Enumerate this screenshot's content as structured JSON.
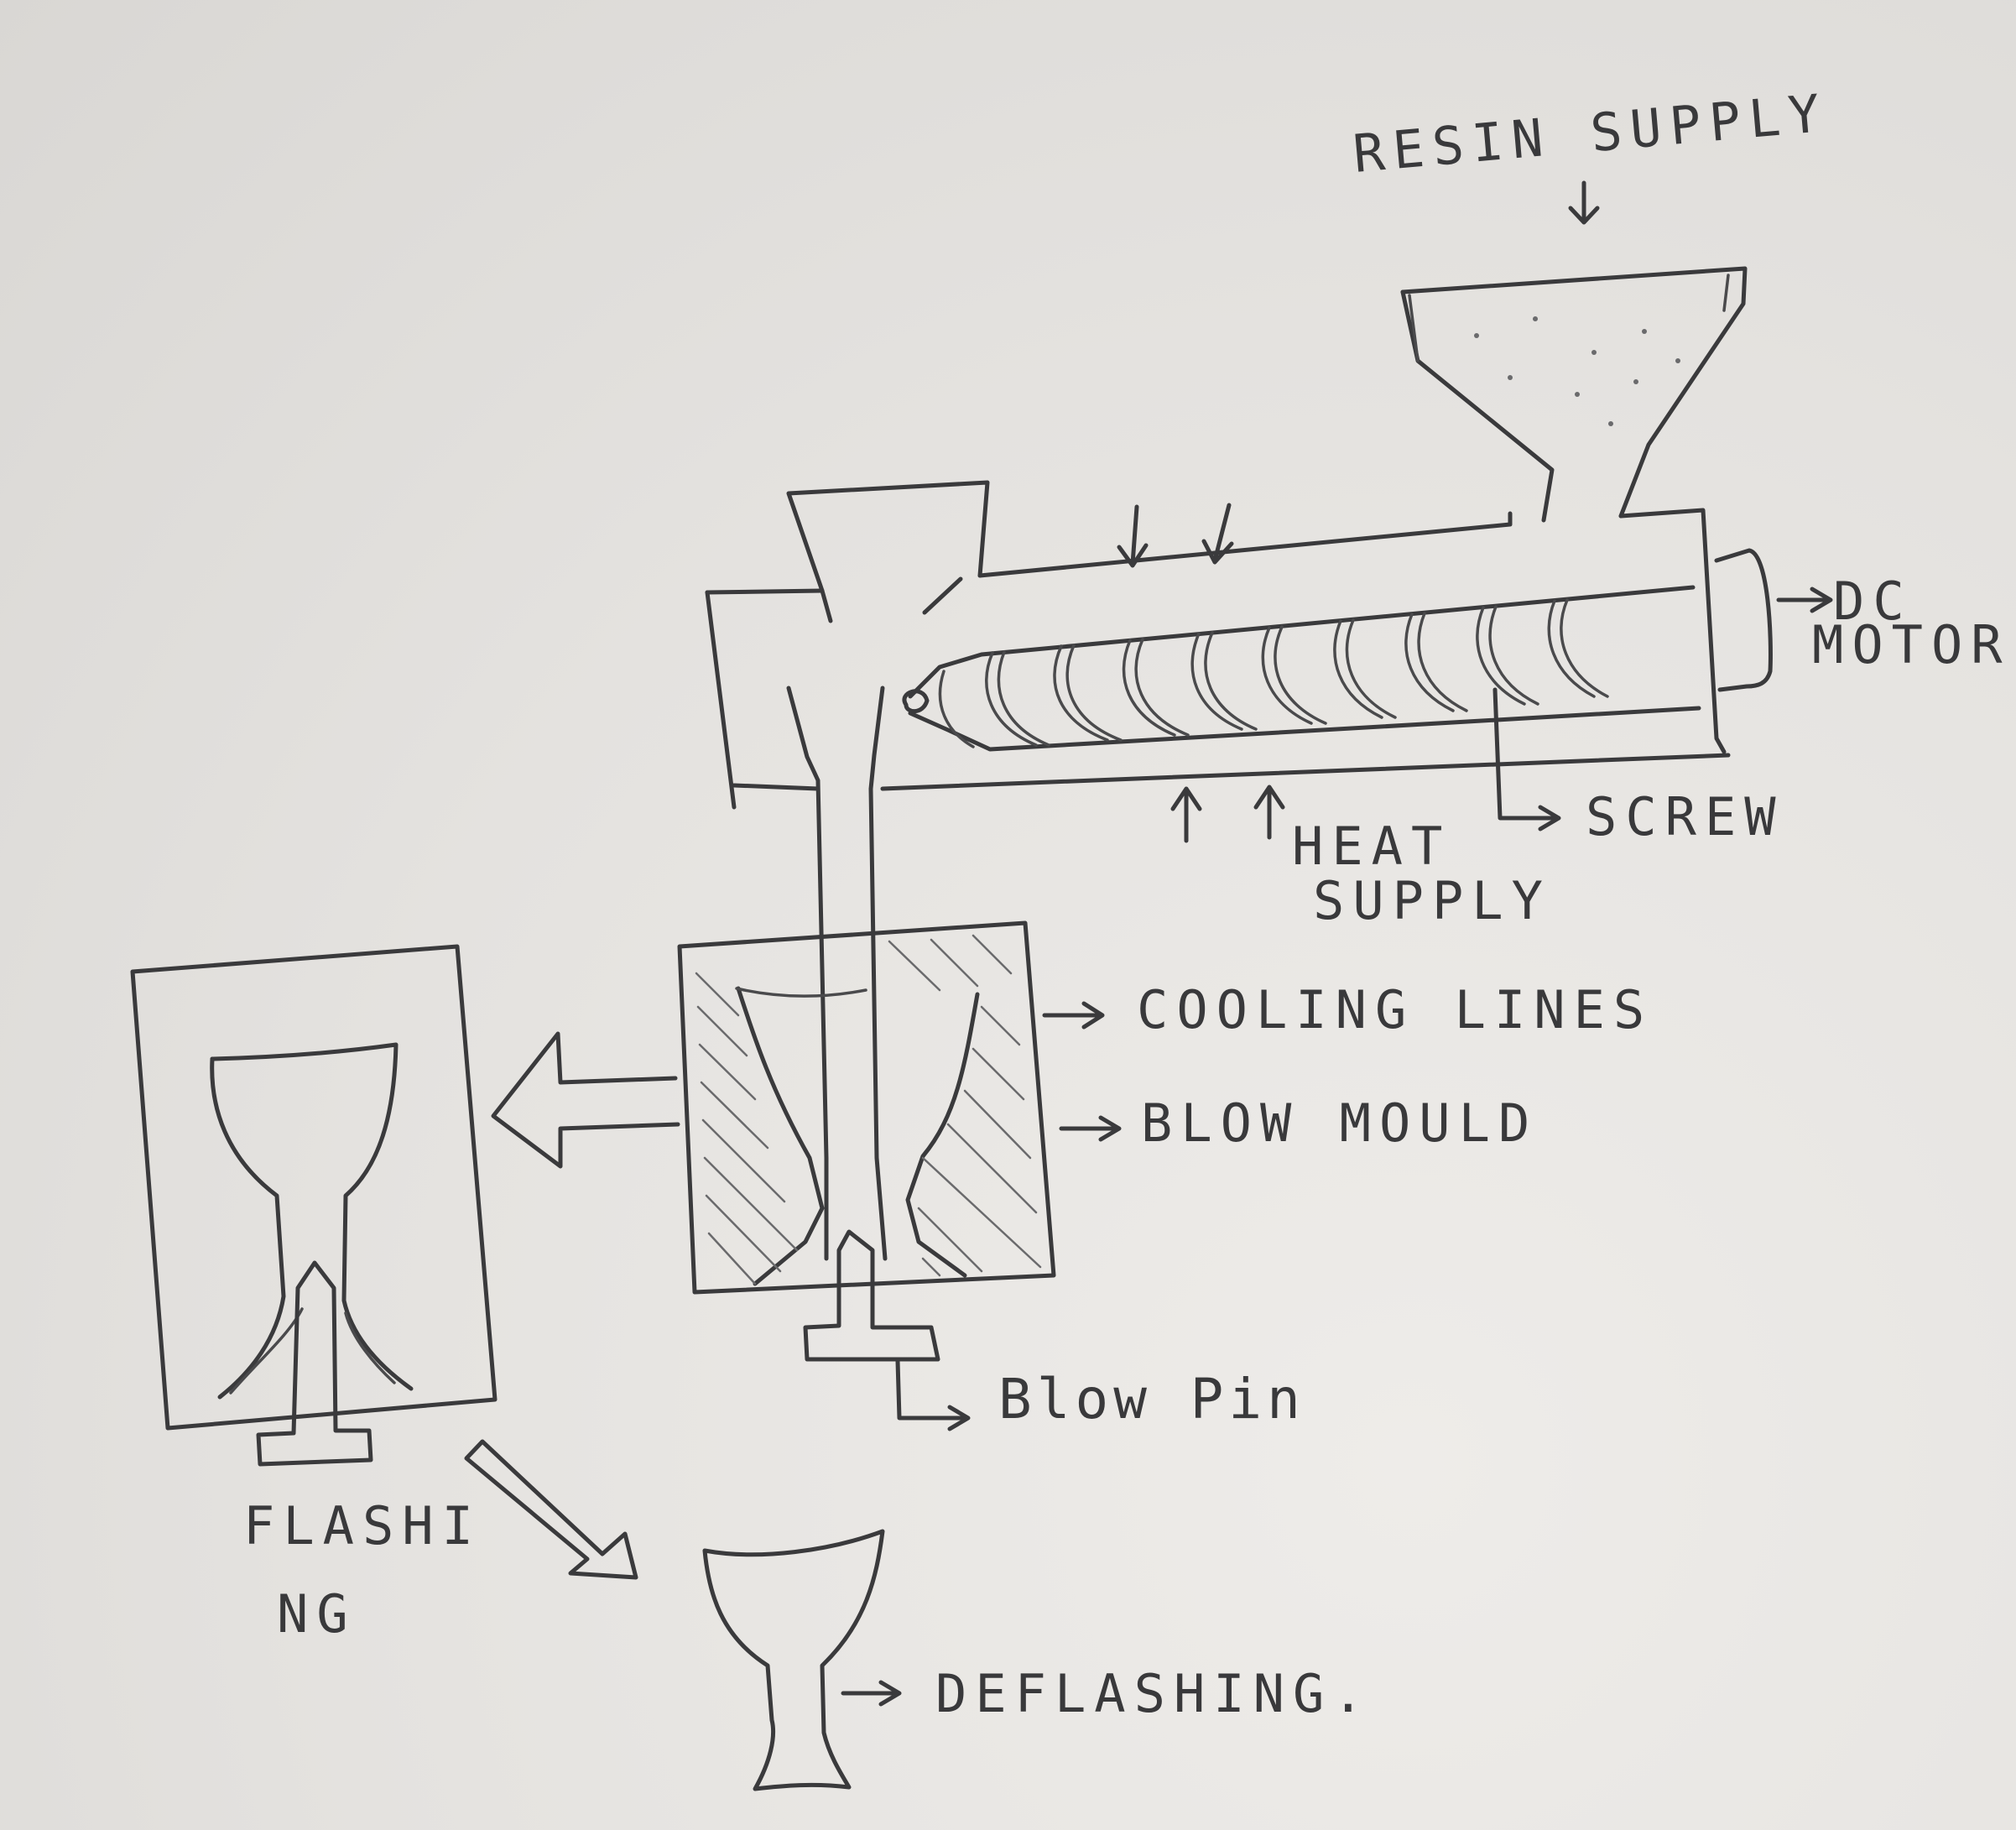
{
  "labels": {
    "resin_supply": "RESIN SUPPLY",
    "dc_motor_1": "DC",
    "dc_motor_2": "MOTOR",
    "screw": "SCREW",
    "heat_supply_1": "HEAT",
    "heat_supply_2": "SUPPLY",
    "cooling_lines": "COOLING LINES",
    "blow_mould": "BLOW MOULD",
    "blow_pin": "Blow Pin",
    "flashing_1": "FLASHI",
    "flashing_2": "NG",
    "deflashing": "DEFLASHING."
  },
  "colors": {
    "paper": "#e7e5e2",
    "ink": "#3a3a3c"
  }
}
